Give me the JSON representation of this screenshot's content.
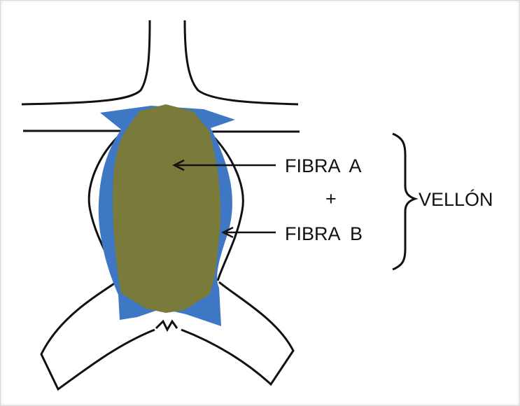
{
  "labels": {
    "fiber_a": "FIBRA  A",
    "plus": "+",
    "fiber_b": "FIBRA  B",
    "fleece": "VELLÓN"
  },
  "colors": {
    "fiber_a_fill": "#7a7a3a",
    "fiber_b_fill": "#3e78c4",
    "outline": "#111111"
  }
}
